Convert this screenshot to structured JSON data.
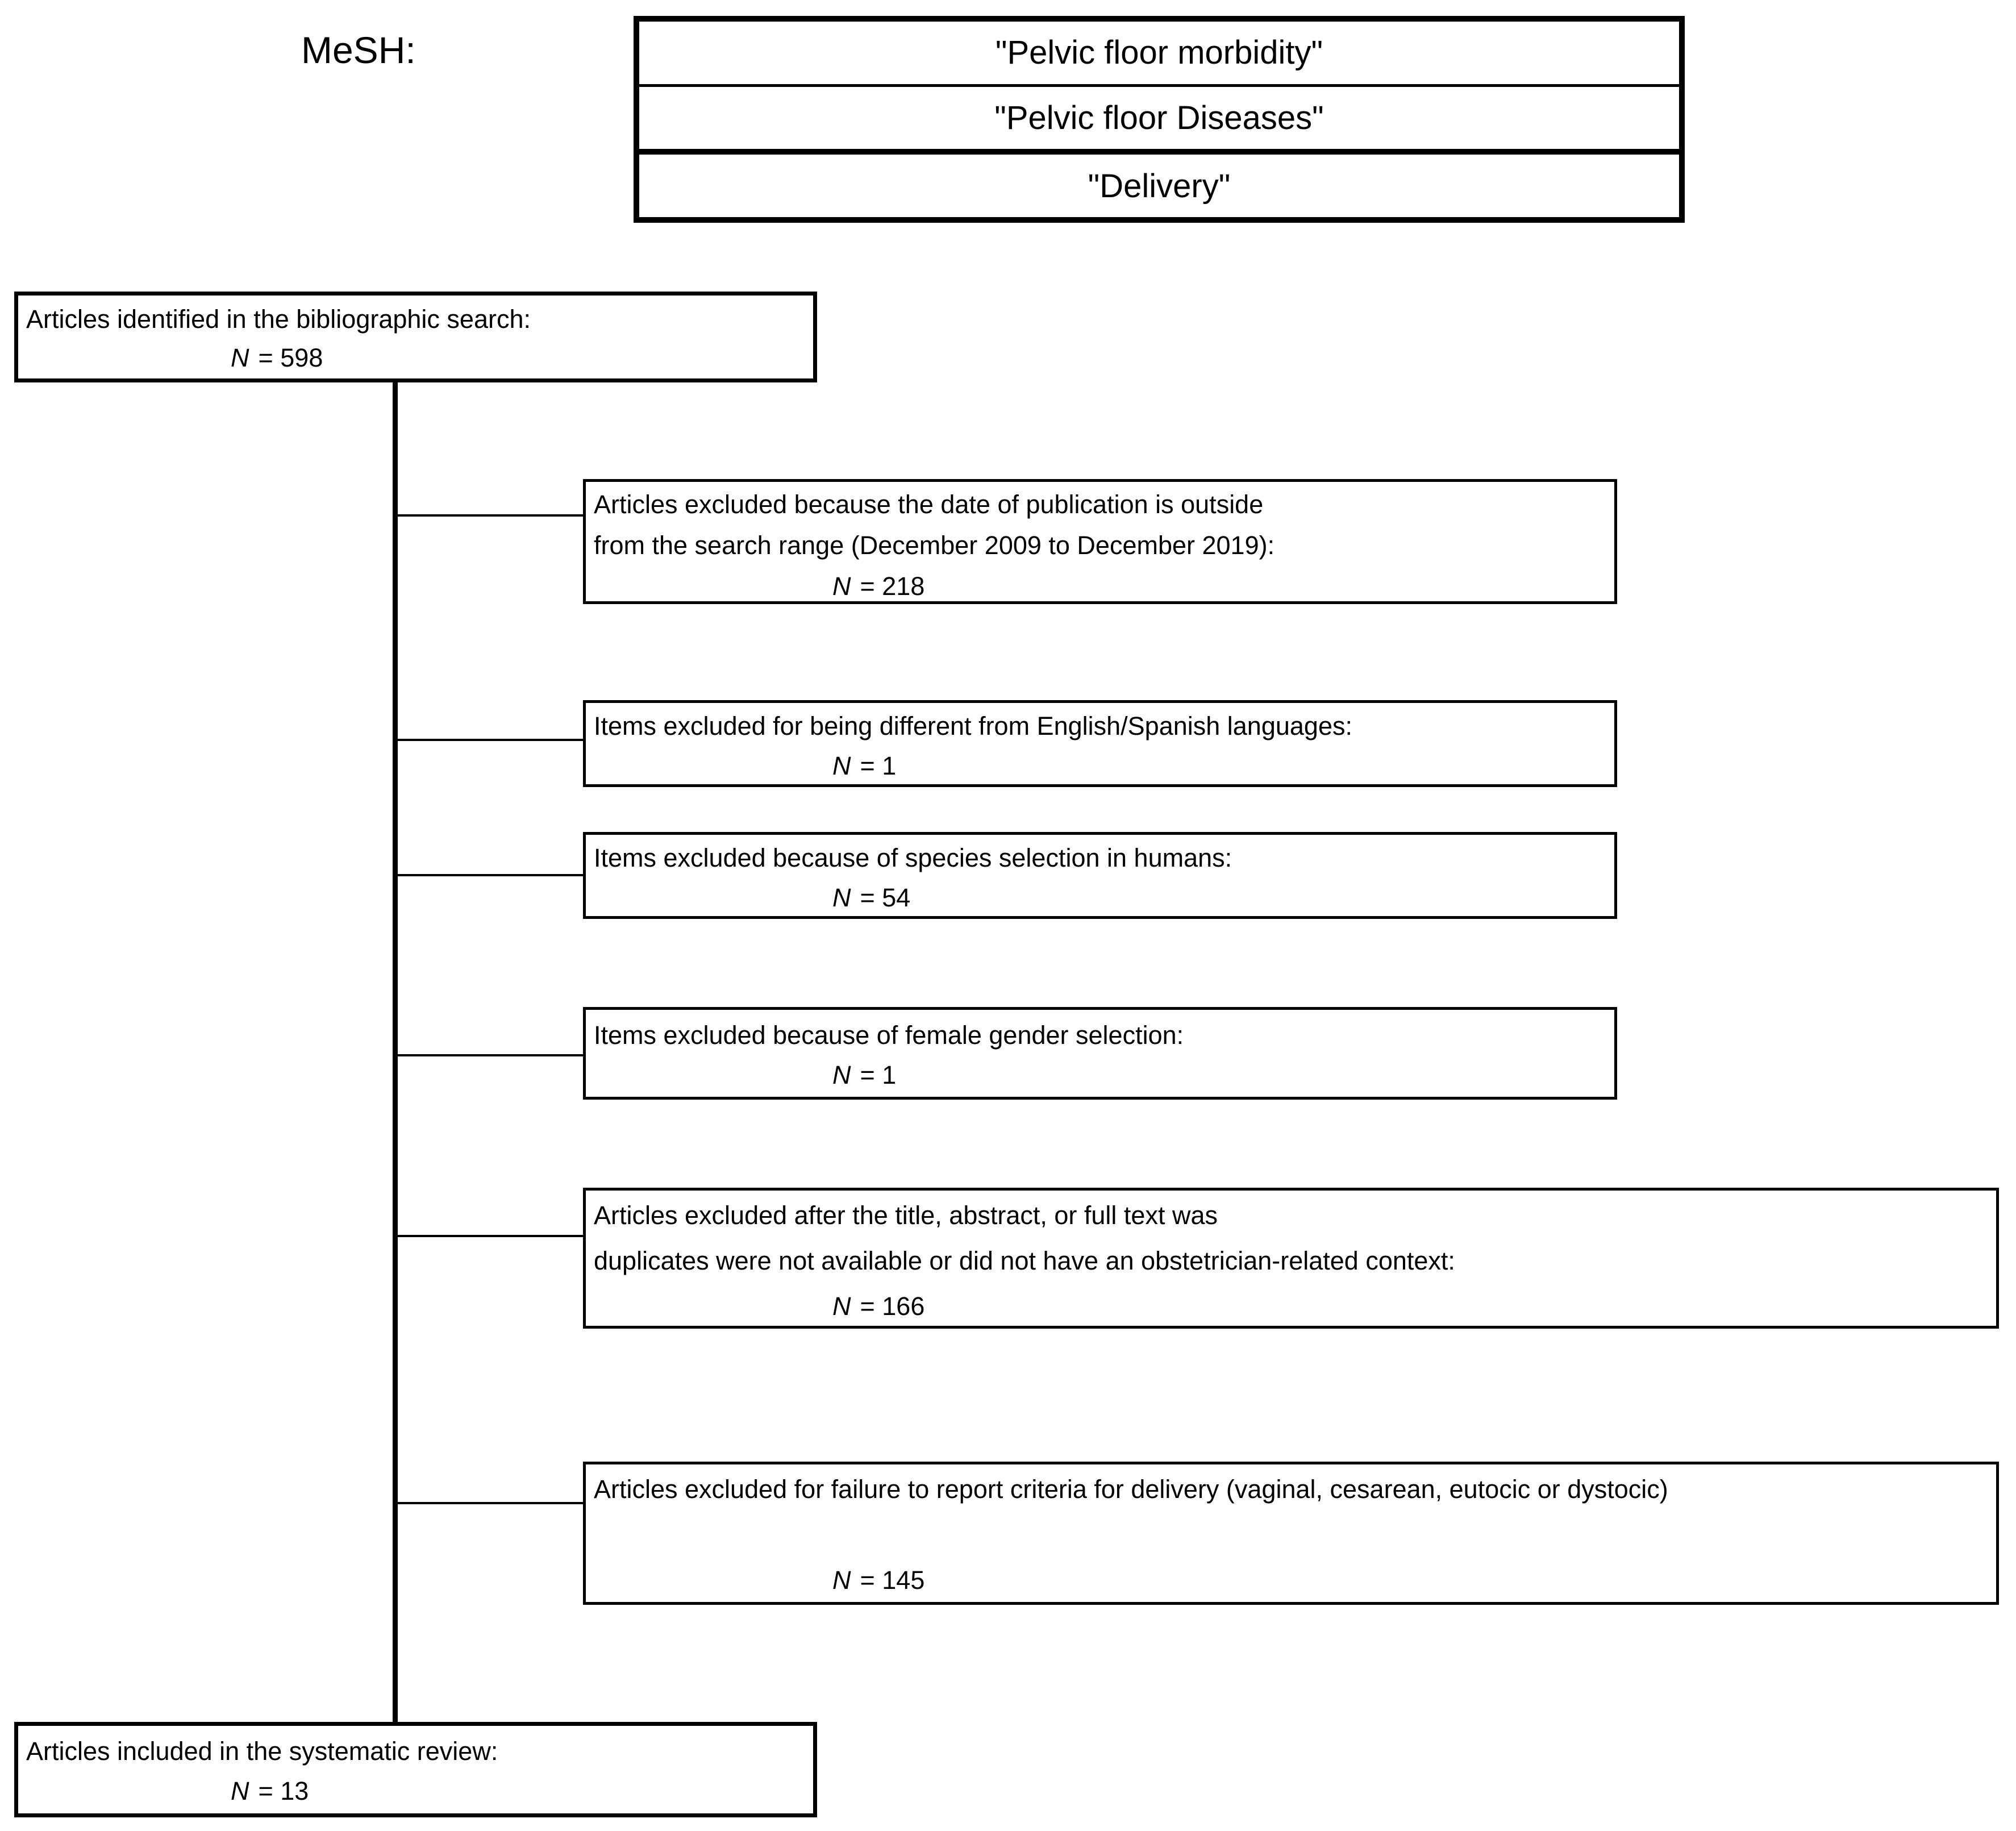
{
  "colors": {
    "line": "#000000",
    "background": "#ffffff",
    "text": "#000000"
  },
  "mesh": {
    "label": "MeSH:",
    "terms": [
      "\"Pelvic floor morbidity\"",
      "\"Pelvic floor Diseases\"",
      "\"Delivery\""
    ]
  },
  "start_box": {
    "text": "Articles identified in the bibliographic search:",
    "n_label": "N",
    "n_value": "= 598"
  },
  "exclusions": [
    {
      "lines": [
        "Articles excluded because the date of publication is outside",
        "from the search range (December 2009 to December 2019):"
      ],
      "n_label": "N",
      "n_value": "= 218"
    },
    {
      "lines": [
        "Items excluded for being different from English/Spanish languages:"
      ],
      "n_label": "N",
      "n_value": "= 1"
    },
    {
      "lines": [
        "Items excluded because of species selection in humans:"
      ],
      "n_label": "N",
      "n_value": "= 54"
    },
    {
      "lines": [
        "Items excluded because of female gender selection:"
      ],
      "n_label": "N",
      "n_value": "= 1"
    },
    {
      "lines": [
        "Articles excluded after the title, abstract, or full text was",
        "duplicates were not available or did not have an obstetrician-related context:"
      ],
      "n_label": "N",
      "n_value": "= 166"
    },
    {
      "lines": [
        "Articles excluded for failure to report criteria for delivery (vaginal, cesarean, eutocic or dystocic)"
      ],
      "n_label": "N",
      "n_value": "= 145"
    }
  ],
  "end_box": {
    "text": "Articles included in the systematic review:",
    "n_label": "N",
    "n_value": "= 13"
  }
}
